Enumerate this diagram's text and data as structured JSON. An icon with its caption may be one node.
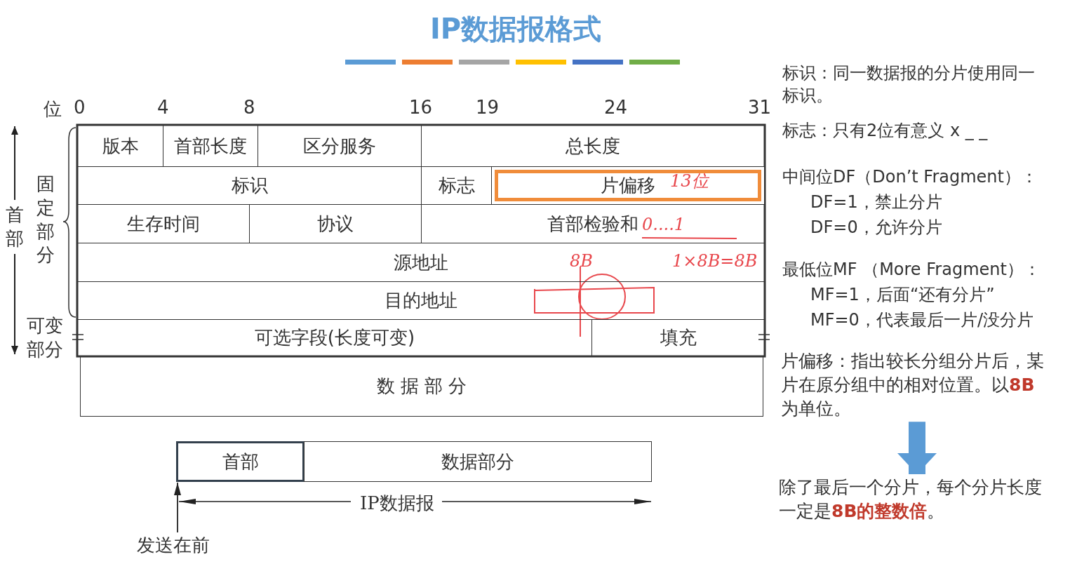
{
  "diagram": {
    "title": "IP数据报格式",
    "nodes": [
      {
        "text": [
          "版本"
        ]
      },
      {
        "text": [
          "首部长度"
        ]
      },
      {
        "text": [
          "区分服务"
        ]
      },
      {
        "text": [
          "总长度"
        ]
      },
      {
        "text": [
          "标识"
        ]
      },
      {
        "text": [
          "标志"
        ]
      },
      {
        "text": [
          "片偏移"
        ]
      },
      {
        "text": [
          "生存时间"
        ]
      },
      {
        "text": [
          "协议"
        ]
      },
      {
        "text": [
          "首部检验和"
        ]
      },
      {
        "text": [
          "源地址"
        ]
      },
      {
        "text": [
          "目的地址"
        ]
      },
      {
        "text": [
          "可选字段(长度可变)"
        ]
      },
      {
        "text": [
          "填充"
        ]
      },
      {
        "text": [
          "数 据 部 分"
        ]
      },
      {
        "text": [
          "首部"
        ]
      },
      {
        "text": [
          "数据部分"
        ]
      },
      {
        "text": [
          "发送在前"
        ]
      },
      {
        "text": [
          "片偏移：指出较长分组分片后，某片在原分组中的相对位置。以**8B**为单位。"
        ]
      },
      {
        "text": [
          "除了最后一个分片，每个分片长度一定是**8B的整数倍**。"
        ]
      }
    ],
    "edges": [
      {
        "from": 17,
        "to": 15,
        "arrow": "to"
      },
      {
        "from": 18,
        "to": 19,
        "arrow": "to",
        "style": "thick",
        "color": "#5b9bd5"
      }
    ],
    "labels": [
      "位",
      "0",
      "4",
      "8",
      "16",
      "19",
      "24",
      "31",
      "首部",
      "固定部分",
      "可变部分",
      "13位",
      "0....1",
      "8B",
      "1×8B=8B",
      "IP数据报",
      "标识：同一数据报的分片使用同一标识。",
      "标志：只有2位有意义 x _ _",
      "中间位DF（Don’t Fragment）：",
      "DF=1，禁止分片",
      "DF=0，允许分片",
      "最低位MF （More Fragment）：",
      "MF=1，后面“还有分片”",
      "MF=0，代表最后一片/没分片"
    ]
  }
}
